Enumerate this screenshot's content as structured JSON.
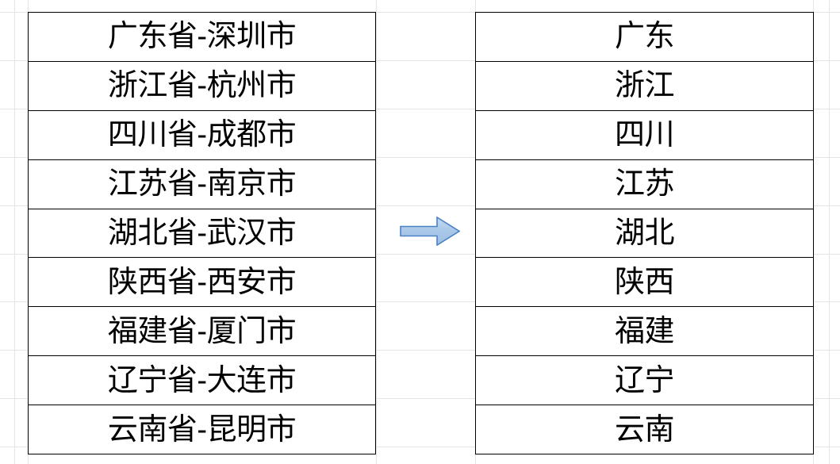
{
  "app": {
    "type": "spreadsheet",
    "background_color": "#ffffff",
    "gridline_color": "#e4e4e4",
    "table_border_color": "#000000",
    "text_color": "#000000"
  },
  "source_table": {
    "name": "province-city-column",
    "column_count": 1,
    "row_count": 9,
    "rows": [
      "广东省-深圳市",
      "浙江省-杭州市",
      "四川省-成都市",
      "江苏省-南京市",
      "湖北省-武汉市",
      "陕西省-西安市",
      "福建省-厦门市",
      "辽宁省-大连市",
      "云南省-昆明市"
    ]
  },
  "result_table": {
    "name": "province-column",
    "column_count": 1,
    "row_count": 9,
    "rows": [
      "广东",
      "浙江",
      "四川",
      "江苏",
      "湖北",
      "陕西",
      "福建",
      "辽宁",
      "云南"
    ]
  },
  "arrow": {
    "icon_name": "right-block-arrow-icon",
    "direction": "right",
    "fill_color": "#a8c6e8",
    "fill_color_light": "#c6daf0",
    "border_color": "#4a82c4"
  }
}
